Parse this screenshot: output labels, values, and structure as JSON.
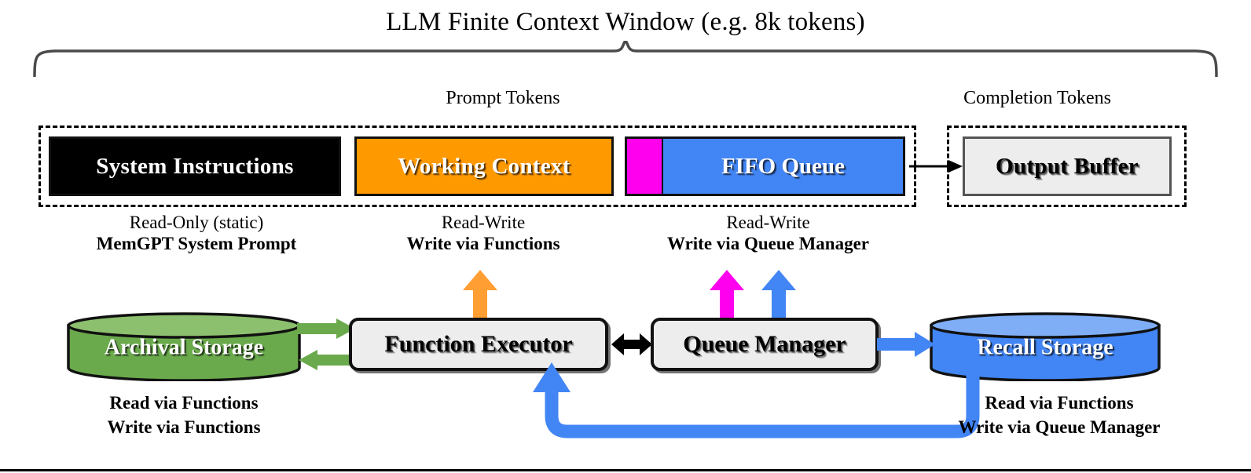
{
  "title": "LLM Finite Context Window (e.g. 8k tokens)",
  "sections": {
    "prompt_label": "Prompt Tokens",
    "completion_label": "Completion Tokens"
  },
  "context_blocks": [
    {
      "id": "system-instructions",
      "label": "System Instructions",
      "fill": "#000000",
      "text_color": "#FFFFFF",
      "caption_line1": "Read-Only (static)",
      "caption_line2": "MemGPT System Prompt"
    },
    {
      "id": "working-context",
      "label": "Working Context",
      "fill": "#FF9900",
      "text_color": "#FFFFFF",
      "caption_line1": "Read-Write",
      "caption_line2": "Write via Functions"
    },
    {
      "id": "fifo-queue",
      "label": "FIFO Queue",
      "fill": "#4285F4",
      "accent_fill": "#FF00EE",
      "text_color": "#FFFFFF",
      "caption_line1": "Read-Write",
      "caption_line2": "Write via Queue Manager"
    },
    {
      "id": "output-buffer",
      "label": "Output Buffer",
      "fill": "#EDEDED",
      "text_color": "#000000"
    }
  ],
  "components": {
    "archival_storage": {
      "label": "Archival Storage",
      "color": "#6AAA4C",
      "top_color": "#8DC06E",
      "caption_line1": "Read via Functions",
      "caption_line2": "Write via Functions"
    },
    "recall_storage": {
      "label": "Recall Storage",
      "color": "#4285F4",
      "top_color": "#7FAEF7",
      "caption_line1": "Read via Functions",
      "caption_line2": "Write via Queue Manager"
    },
    "function_executor": {
      "label": "Function Executor",
      "fill": "#EDEDED"
    },
    "queue_manager": {
      "label": "Queue Manager",
      "fill": "#EDEDED"
    }
  },
  "arrows": {
    "fifo_to_output": {
      "name": "fifo-to-output-arrow",
      "color": "#000000"
    },
    "working_context_up": {
      "name": "working-context-up-arrow",
      "color": "#FF9E33"
    },
    "fifo_magenta_up": {
      "name": "fifo-magenta-up-arrow",
      "color": "#FF00EE"
    },
    "fifo_blue_up": {
      "name": "fifo-blue-up-arrow",
      "color": "#4285F4"
    },
    "archival_bidirectional": {
      "name": "archival-bidirectional-arrow",
      "color": "#6AAA4C"
    },
    "executor_queue_bidirectional": {
      "name": "executor-queue-bidirectional-arrow",
      "color": "#000000"
    },
    "queue_to_recall": {
      "name": "queue-to-recall-arrow",
      "color": "#4285F4"
    },
    "recall_to_executor_loop": {
      "name": "recall-to-executor-loop-arrow",
      "color": "#4285F4"
    }
  },
  "palette": {
    "orange": "#FF9900",
    "blue": "#4285F4",
    "magenta": "#FF00EE",
    "green": "#6AAA4C",
    "black": "#000000",
    "light_gray": "#EDEDED"
  }
}
